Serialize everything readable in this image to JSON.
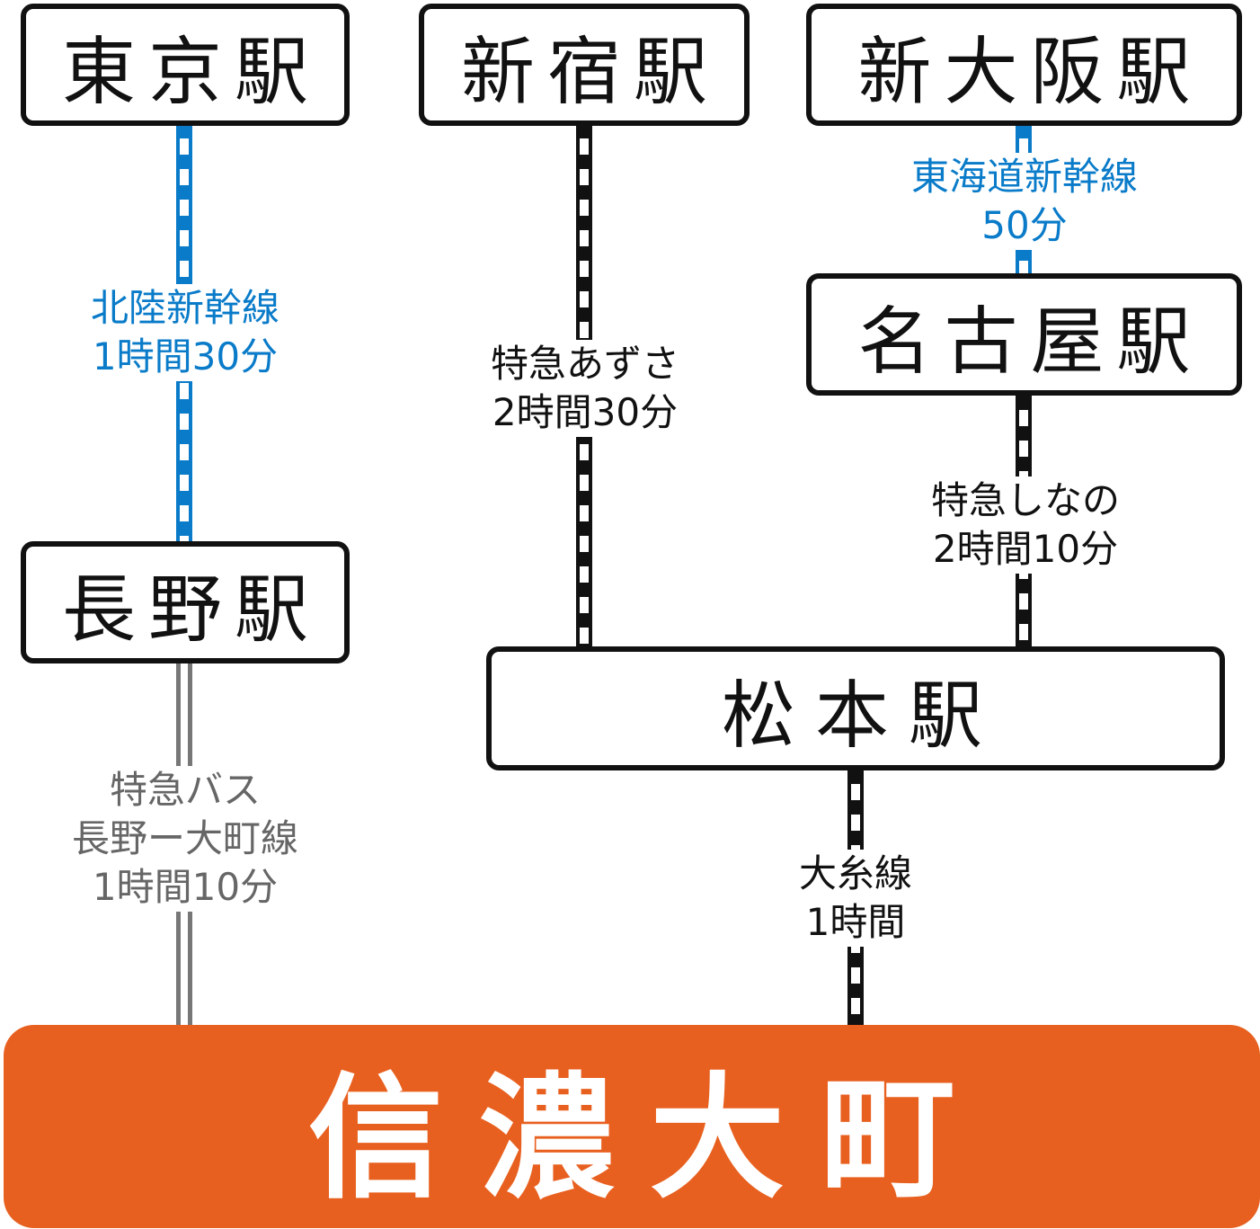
{
  "colors": {
    "shinkansen": "#0a7bc9",
    "jr": "#111111",
    "bus": "#777777",
    "destination": "#e8601f"
  },
  "stations": {
    "tokyo": "東京駅",
    "shinjuku": "新宿駅",
    "shin_osaka": "新大阪駅",
    "nagoya": "名古屋駅",
    "nagano": "長野駅",
    "matsumoto": "松本駅"
  },
  "destination": "信濃大町",
  "routes": {
    "tokyo_nagano": {
      "line": "北陸新幹線",
      "time": "1時間30分"
    },
    "shinjuku_matsumoto": {
      "line": "特急あずさ",
      "time": "2時間30分"
    },
    "shinosaka_nagoya": {
      "line": "東海道新幹線",
      "time": "50分"
    },
    "nagoya_matsumoto": {
      "line": "特急しなの",
      "time": "2時間10分"
    },
    "nagano_omachi": {
      "line1": "特急バス",
      "line2": "長野ー大町線",
      "time": "1時間10分"
    },
    "matsumoto_omachi": {
      "line": "大糸線",
      "time": "1時間"
    }
  }
}
